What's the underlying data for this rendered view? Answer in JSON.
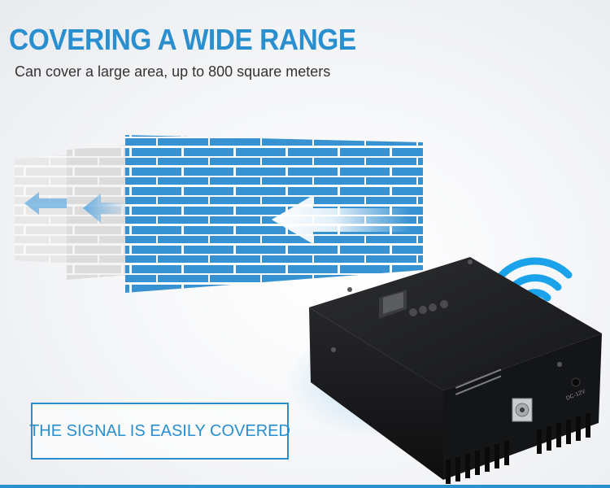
{
  "headline": "COVERING A WIDE RANGE",
  "subline": "Can cover a large area, up to 800 square meters",
  "signal_box": {
    "label": "THE SIGNAL IS EASILY COVERED"
  },
  "device": {
    "port_label": "DC-12V"
  },
  "colors": {
    "accent": "#2a8fcf",
    "wall_blue": "#2f8ed0",
    "wall_gray": "#d9d9d9",
    "device_body": "#1e1f21",
    "wifi": "#1aa3ea"
  },
  "icons": [
    "wifi-icon",
    "left-arrow-icon",
    "booster-device"
  ]
}
